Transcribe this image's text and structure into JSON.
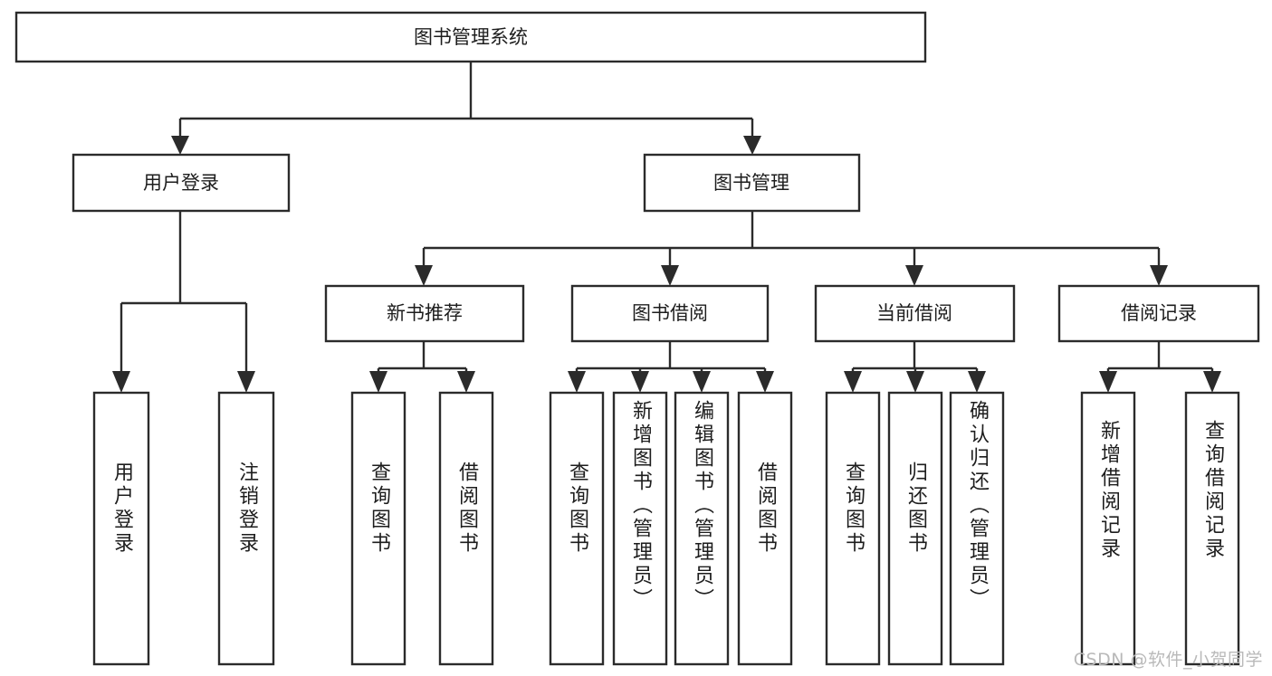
{
  "diagram": {
    "title": "图书管理系统",
    "type": "hierarchy-tree",
    "watermark": "CSDN @软件_小贺同学",
    "colors": {
      "box_stroke": "#2b2b2b",
      "box_fill": "#ffffff",
      "connector": "#2b2b2b",
      "text": "#1d1d1d",
      "watermark": "#b9b9b9",
      "background": "#ffffff"
    },
    "levels": {
      "root": {
        "label": "图书管理系统",
        "orientation": "horizontal"
      },
      "level2": [
        {
          "label": "用户登录",
          "orientation": "horizontal"
        },
        {
          "label": "图书管理",
          "orientation": "horizontal"
        }
      ],
      "level3": [
        {
          "label": "新书推荐",
          "orientation": "horizontal"
        },
        {
          "label": "图书借阅",
          "orientation": "horizontal"
        },
        {
          "label": "当前借阅",
          "orientation": "horizontal"
        },
        {
          "label": "借阅记录",
          "orientation": "horizontal"
        }
      ],
      "leaves": [
        {
          "label": "用户登录",
          "orientation": "vertical",
          "parent": "用户登录"
        },
        {
          "label": "注销登录",
          "orientation": "vertical",
          "parent": "用户登录"
        },
        {
          "label": "查询图书",
          "orientation": "vertical",
          "parent": "新书推荐"
        },
        {
          "label": "借阅图书",
          "orientation": "vertical",
          "parent": "新书推荐"
        },
        {
          "label": "查询图书",
          "orientation": "vertical",
          "parent": "图书借阅"
        },
        {
          "label": "新增图书（管理员）",
          "orientation": "vertical",
          "parent": "图书借阅"
        },
        {
          "label": "编辑图书（管理员）",
          "orientation": "vertical",
          "parent": "图书借阅"
        },
        {
          "label": "借阅图书",
          "orientation": "vertical",
          "parent": "图书借阅"
        },
        {
          "label": "查询图书",
          "orientation": "vertical",
          "parent": "当前借阅"
        },
        {
          "label": "归还图书",
          "orientation": "vertical",
          "parent": "当前借阅"
        },
        {
          "label": "确认归还（管理员）",
          "orientation": "vertical",
          "parent": "当前借阅"
        },
        {
          "label": "新增借阅记录",
          "orientation": "vertical",
          "parent": "借阅记录"
        },
        {
          "label": "查询借阅记录",
          "orientation": "vertical",
          "parent": "借阅记录"
        }
      ]
    }
  }
}
